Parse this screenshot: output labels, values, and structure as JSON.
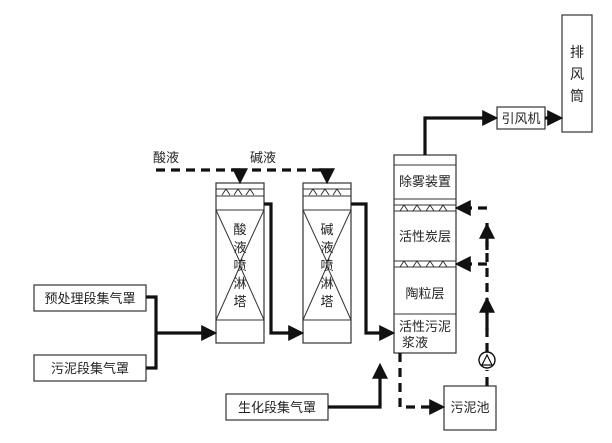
{
  "labels": {
    "acid_liquid": "酸液",
    "alkali_liquid": "碱液",
    "acid_tower": [
      "酸",
      "液",
      "喷",
      "淋",
      "塔"
    ],
    "alkali_tower": [
      "碱",
      "液",
      "喷",
      "淋",
      "塔"
    ],
    "pretreat_hood": "预处理段集气罩",
    "sludge_hood": "污泥段集气罩",
    "bio_hood": "生化段集气罩",
    "demister": "除雾装置",
    "activated_carbon": "活性炭层",
    "ceramic_layer": "陶粒层",
    "sludge_slurry_1": "活性污泥",
    "sludge_slurry_2": "浆液",
    "sludge_tank": "污泥池",
    "fan": "引风机",
    "stack": [
      "排",
      "风",
      "筒"
    ]
  }
}
